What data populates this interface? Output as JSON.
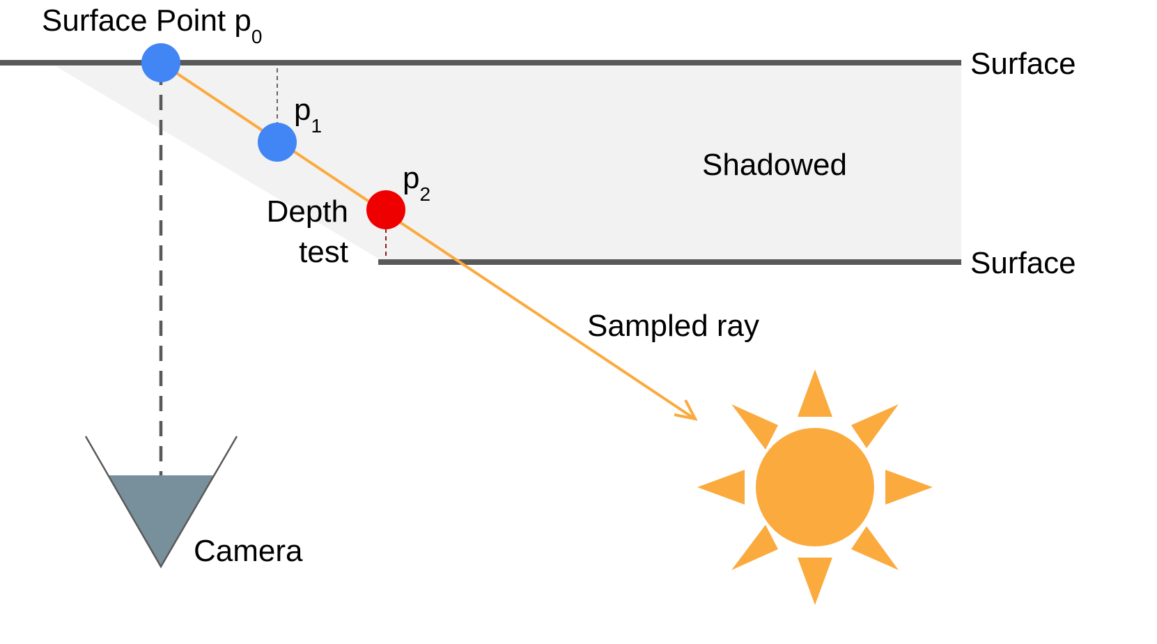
{
  "labels": {
    "surface_point": "Surface Point p",
    "surface_point_sub": "0",
    "p1": "p",
    "p1_sub": "1",
    "p2": "p",
    "p2_sub": "2",
    "depth_test_line1": "Depth",
    "depth_test_line2": "test",
    "shadowed": "Shadowed",
    "surface_top": "Surface",
    "surface_bottom": "Surface",
    "sampled_ray": "Sampled ray",
    "camera": "Camera"
  },
  "colors": {
    "surface_line": "#595959",
    "shadow_fill": "#f2f2f2",
    "ray": "#fbaa3d",
    "point_blue": "#4285f4",
    "point_red": "#ee0000",
    "camera_body": "#78909c",
    "sun": "#fbaa3d",
    "depth_test_marker": "#8b1a1a"
  },
  "icons": {
    "sun": "sun-icon",
    "camera": "camera-icon"
  }
}
